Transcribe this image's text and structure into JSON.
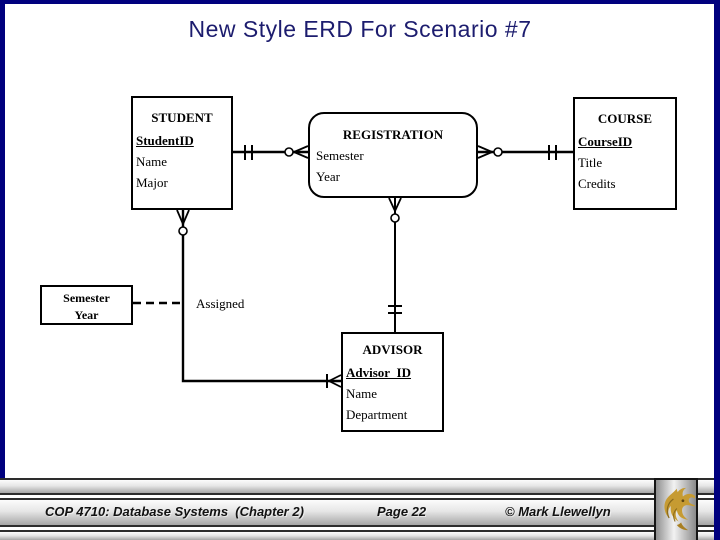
{
  "title": "New Style ERD For Scenario #7",
  "diagram": {
    "entities": {
      "student": {
        "title": "STUDENT",
        "key": "StudentID",
        "attrs": [
          "Name",
          "Major"
        ]
      },
      "registration": {
        "title": "REGISTRATION",
        "attrs": [
          "Semester",
          "Year"
        ]
      },
      "course": {
        "title": "COURSE",
        "key": "CourseID",
        "attrs": [
          "Title",
          "Credits"
        ]
      },
      "advisor": {
        "title": "ADVISOR",
        "key": "Advisor_ID",
        "attrs": [
          "Name",
          "Department"
        ]
      },
      "semester_year_note": {
        "line1": "Semester",
        "line2": "Year"
      }
    },
    "assigned_label": "Assigned",
    "relationships": [
      {
        "from": "STUDENT",
        "to": "REGISTRATION",
        "from_cardinality": "one-and-only-one",
        "to_cardinality": "zero-or-many"
      },
      {
        "from": "COURSE",
        "to": "REGISTRATION",
        "from_cardinality": "one-and-only-one",
        "to_cardinality": "zero-or-many"
      },
      {
        "from": "STUDENT",
        "to": "ADVISOR",
        "from_cardinality": "zero-or-many",
        "to_cardinality": "one-or-many"
      },
      {
        "from": "REGISTRATION",
        "to": "ADVISOR",
        "from_cardinality": "zero-or-many",
        "to_cardinality": "one-and-only-one"
      },
      {
        "from": "Semester/Year note",
        "to": "STUDENT-ADVISOR line",
        "style": "dashed",
        "label": "Assigned"
      }
    ]
  },
  "footer": {
    "course": "COP 4710: Database Systems  (Chapter 2)",
    "page": "Page 22",
    "copyright": "© Mark Llewellyn"
  },
  "colors": {
    "border_navy": "#00007e",
    "title_text": "#1c1c6e",
    "logo_gold": "#c69b32"
  }
}
